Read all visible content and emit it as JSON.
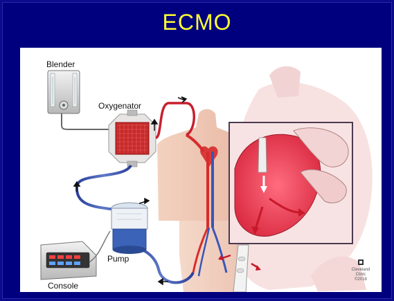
{
  "slide": {
    "title": "ECMO",
    "colors": {
      "background": "#00007f",
      "title": "#ffff33",
      "panel": "#ffffff"
    }
  },
  "diagram": {
    "labels": {
      "blender": "Blender",
      "oxygenator": "Oxygenator",
      "pump": "Pump",
      "console": "Console"
    },
    "credit": {
      "line1": "Cleveland",
      "line2": "Clinic",
      "line3": "©2018"
    },
    "icons": [
      "blender-device-icon",
      "oxygenator-device-icon",
      "pump-device-icon",
      "console-device-icon",
      "body-torso-icon",
      "heart-zoom-icon",
      "flow-arrow-icon",
      "cleveland-clinic-logo-icon"
    ]
  }
}
